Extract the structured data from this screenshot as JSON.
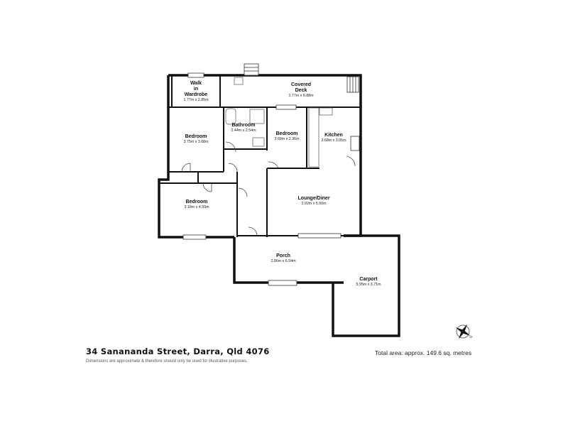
{
  "address": "34 Sanananda Street, Darra, Qld 4076",
  "disclaimer": "Dimensions are approximate & therefore should only be used for illustrative purposes.",
  "total_area": "Total area: approx. 149.6 sq. metres",
  "rooms": {
    "walk_in_wardrobe": {
      "name_lines": [
        "Walk",
        "in",
        "Wardrobe"
      ],
      "dims": "1.77m x 2.85m"
    },
    "covered_deck": {
      "name_lines": [
        "Covered",
        "Deck"
      ],
      "dims": "1.77m x 6.88m"
    },
    "bathroom": {
      "name": "Bathroom",
      "dims": "2.44m x 2.54m"
    },
    "bedroom_mid": {
      "name": "Bedroom",
      "dims": "3.68m x 2.36m"
    },
    "kitchen": {
      "name": "Kitchen",
      "dims": "3.68m x 3.05m"
    },
    "bedroom_left": {
      "name": "Bedroom",
      "dims": "3.75m x 3.08m"
    },
    "bedroom_lower": {
      "name": "Bedroom",
      "dims": "3.18m x 4.59m"
    },
    "lounge_diner": {
      "name": "Lounge/Diner",
      "dims": "3.92m x 5.50m"
    },
    "porch": {
      "name": "Porch",
      "dims": "2.86m x 6.54m"
    },
    "carport": {
      "name": "Carport",
      "dims": "5.95m x 3.71m"
    }
  },
  "compass": {
    "label": "N"
  },
  "colors": {
    "wall": "#111111",
    "line": "#444444",
    "text": "#111111"
  }
}
